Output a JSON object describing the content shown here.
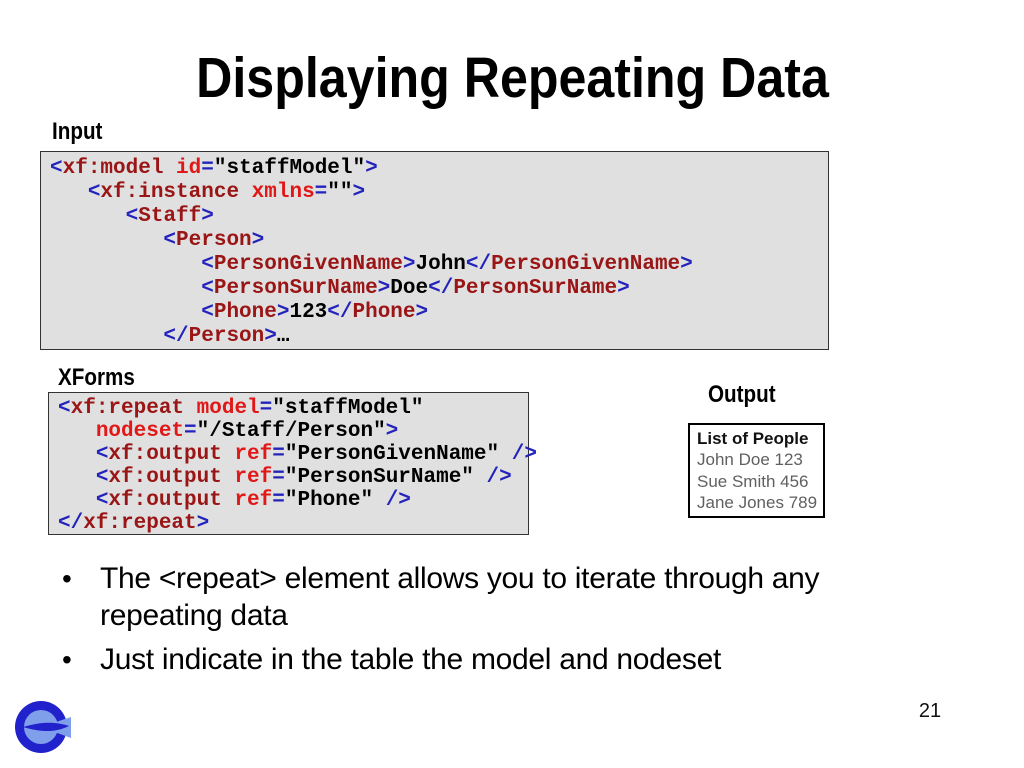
{
  "title": "Displaying Repeating Data",
  "labels": {
    "input": "Input",
    "xforms": "XForms",
    "output": "Output"
  },
  "colors": {
    "bracket": "#2323BC",
    "tag": "#9A1515",
    "attr": "#E01818",
    "value": "#000000",
    "code-bg": "#E0E0E0",
    "code-border": "#333333",
    "output-item": "#606060",
    "logo-dark": "#2222CC",
    "logo-light": "#7F9FEA"
  },
  "input_code": {
    "lines": [
      [
        [
          "b",
          "<"
        ],
        [
          "t",
          "xf:model"
        ],
        [
          "v",
          " "
        ],
        [
          "a",
          "id"
        ],
        [
          "b",
          "="
        ],
        [
          "v",
          "\"staffModel\""
        ],
        [
          "b",
          ">"
        ]
      ],
      [
        [
          "v",
          "   "
        ],
        [
          "b",
          "<"
        ],
        [
          "t",
          "xf:instance"
        ],
        [
          "v",
          " "
        ],
        [
          "a",
          "xmlns"
        ],
        [
          "b",
          "="
        ],
        [
          "v",
          "\"\""
        ],
        [
          "b",
          ">"
        ]
      ],
      [
        [
          "v",
          "      "
        ],
        [
          "b",
          "<"
        ],
        [
          "t",
          "Staff"
        ],
        [
          "b",
          ">"
        ]
      ],
      [
        [
          "v",
          "         "
        ],
        [
          "b",
          "<"
        ],
        [
          "t",
          "Person"
        ],
        [
          "b",
          ">"
        ]
      ],
      [
        [
          "v",
          "            "
        ],
        [
          "b",
          "<"
        ],
        [
          "t",
          "PersonGivenName"
        ],
        [
          "b",
          ">"
        ],
        [
          "v",
          "John"
        ],
        [
          "b",
          "</"
        ],
        [
          "t",
          "PersonGivenName"
        ],
        [
          "b",
          ">"
        ]
      ],
      [
        [
          "v",
          "            "
        ],
        [
          "b",
          "<"
        ],
        [
          "t",
          "PersonSurName"
        ],
        [
          "b",
          ">"
        ],
        [
          "v",
          "Doe"
        ],
        [
          "b",
          "</"
        ],
        [
          "t",
          "PersonSurName"
        ],
        [
          "b",
          ">"
        ]
      ],
      [
        [
          "v",
          "            "
        ],
        [
          "b",
          "<"
        ],
        [
          "t",
          "Phone"
        ],
        [
          "b",
          ">"
        ],
        [
          "v",
          "123"
        ],
        [
          "b",
          "</"
        ],
        [
          "t",
          "Phone"
        ],
        [
          "b",
          ">"
        ]
      ],
      [
        [
          "v",
          "         "
        ],
        [
          "b",
          "</"
        ],
        [
          "t",
          "Person"
        ],
        [
          "b",
          ">"
        ],
        [
          "v",
          "…"
        ]
      ]
    ]
  },
  "xforms_code": {
    "lines": [
      [
        [
          "b",
          "<"
        ],
        [
          "t",
          "xf:repeat"
        ],
        [
          "v",
          " "
        ],
        [
          "a",
          "model"
        ],
        [
          "b",
          "="
        ],
        [
          "v",
          "\"staffModel\""
        ]
      ],
      [
        [
          "v",
          "   "
        ],
        [
          "a",
          "nodeset"
        ],
        [
          "b",
          "="
        ],
        [
          "v",
          "\"/Staff/Person\""
        ],
        [
          "b",
          ">"
        ]
      ],
      [
        [
          "v",
          "   "
        ],
        [
          "b",
          "<"
        ],
        [
          "t",
          "xf:output"
        ],
        [
          "v",
          " "
        ],
        [
          "a",
          "ref"
        ],
        [
          "b",
          "="
        ],
        [
          "v",
          "\"PersonGivenName\""
        ],
        [
          "v",
          " "
        ],
        [
          "b",
          "/>"
        ]
      ],
      [
        [
          "v",
          "   "
        ],
        [
          "b",
          "<"
        ],
        [
          "t",
          "xf:output"
        ],
        [
          "v",
          " "
        ],
        [
          "a",
          "ref"
        ],
        [
          "b",
          "="
        ],
        [
          "v",
          "\"PersonSurName\""
        ],
        [
          "v",
          " "
        ],
        [
          "b",
          "/>"
        ]
      ],
      [
        [
          "v",
          "   "
        ],
        [
          "b",
          "<"
        ],
        [
          "t",
          "xf:output"
        ],
        [
          "v",
          " "
        ],
        [
          "a",
          "ref"
        ],
        [
          "b",
          "="
        ],
        [
          "v",
          "\"Phone\""
        ],
        [
          "v",
          " "
        ],
        [
          "b",
          "/>"
        ]
      ],
      [
        [
          "b",
          "</"
        ],
        [
          "t",
          "xf:repeat"
        ],
        [
          "b",
          ">"
        ]
      ]
    ]
  },
  "output_box": {
    "title": "List of People",
    "items": [
      "John Doe 123",
      "Sue Smith 456",
      "Jane Jones 789"
    ]
  },
  "bullets": [
    "The <repeat> element allows you to iterate through any repeating data",
    "Just indicate in the table the model and nodeset"
  ],
  "bullet_glyph": "•",
  "page_number": "21",
  "logo_name": "e-logo"
}
